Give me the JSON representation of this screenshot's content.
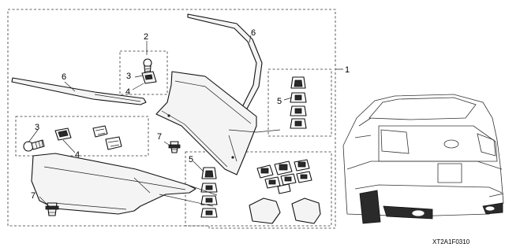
{
  "diagram": {
    "callouts": {
      "c1": "1",
      "c2": "2",
      "c3a": "3",
      "c3b": "3",
      "c4a": "4",
      "c4b": "4",
      "c5a": "5",
      "c5b": "5",
      "c6a": "6",
      "c6b": "6",
      "c7a": "7",
      "c7b": "7"
    },
    "part_code": "XT2A1F0310"
  }
}
